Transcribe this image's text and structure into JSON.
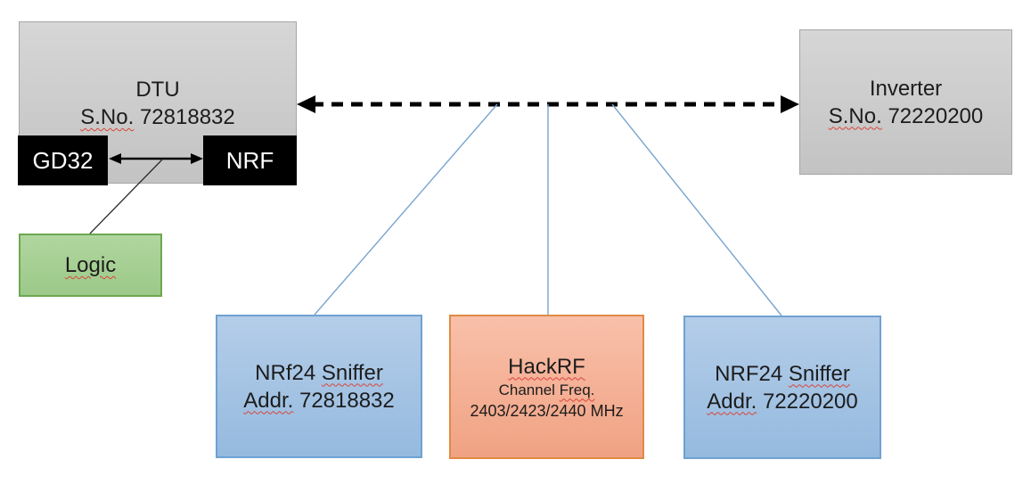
{
  "colors": {
    "background": "#ffffff",
    "gray_fill": "#cccccc",
    "gray_border": "#a6a6a6",
    "green_fill": "#a6cf95",
    "green_border": "#6ca84f",
    "blue_fill": "#a5c5e5",
    "blue_border": "#6fa2d2",
    "orange_fill": "#f5b096",
    "orange_border": "#e08a45",
    "connector_blue": "#78a4d0",
    "arrow_black": "#000000",
    "squiggle_red": "#d8453a"
  },
  "nodes": {
    "dtu": {
      "title": "DTU",
      "serial_label": "S.No.",
      "serial_value": "72818832"
    },
    "gd32": {
      "label": "GD32"
    },
    "nrf": {
      "label": "NRF"
    },
    "logic": {
      "label": "Logic"
    },
    "inverter": {
      "title": "Inverter",
      "serial_label": "S.No.",
      "serial_value": "72220200"
    },
    "sniffer_left": {
      "name_prefix": "NRf24",
      "name_misspelled": "Sniffer",
      "addr_label": "Addr.",
      "addr_value": "72818832"
    },
    "hackrf": {
      "title": "HackRF",
      "channel_prefix": "Channel",
      "channel_misspelled": "Freq.",
      "frequencies": "2403/2423/2440 MHz"
    },
    "sniffer_right": {
      "name_prefix": "NRF24",
      "name_misspelled": "Sniffer",
      "addr_label": "Addr.",
      "addr_value": "72220200"
    }
  }
}
